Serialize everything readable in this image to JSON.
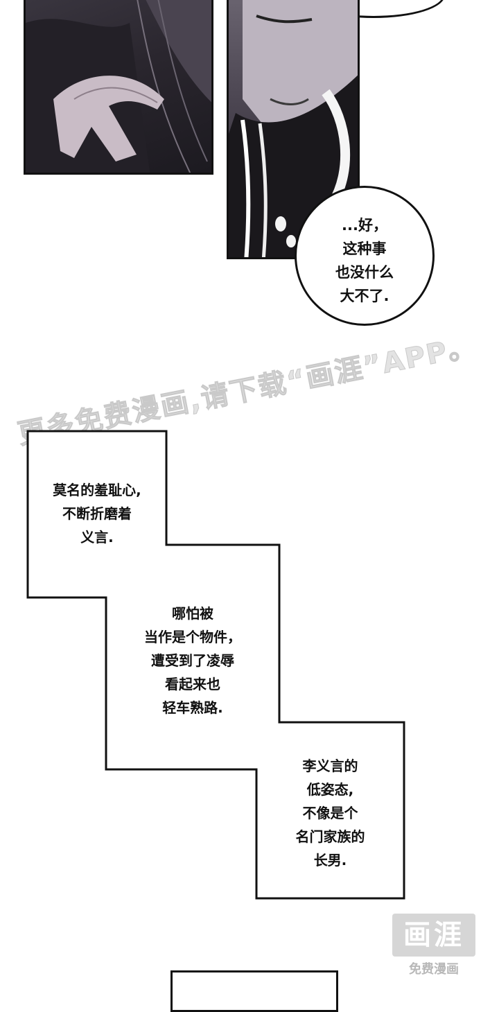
{
  "speech_bubble": {
    "text": "...好，\n这种事\n也没什么\n大不了."
  },
  "watermark": {
    "text": "更多免费漫画,请下载“画涯”APP。"
  },
  "narration": [
    {
      "text": "莫名的羞耻心,\n不断折磨着\n义言."
    },
    {
      "text": "哪怕被\n当作是个物件，\n遭受到了凌辱\n看起来也\n轻车熟路."
    },
    {
      "text": "李义言的\n低姿态,\n不像是个\n名门家族的\n长男."
    }
  ],
  "logo": {
    "main": "画涯",
    "sub": "免费漫画"
  }
}
